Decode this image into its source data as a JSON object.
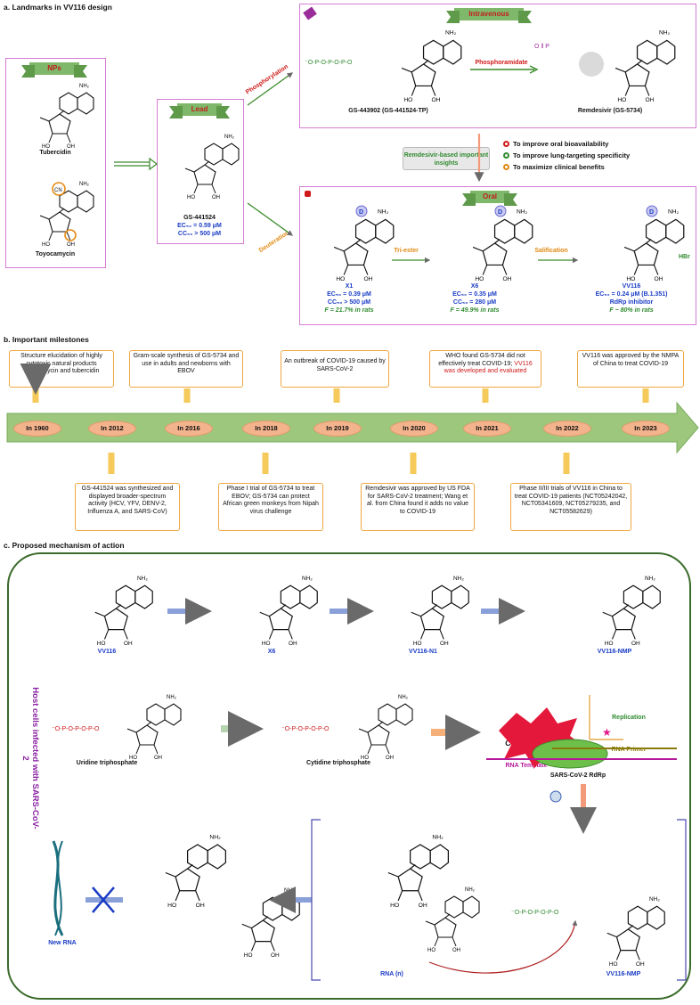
{
  "section_a": {
    "title": "a. Landmarks in VV116 design",
    "nps_banner": "NPs",
    "tubercidin": "Tubercidin",
    "toyocamycin": "Toyocamycin",
    "lead_banner": "Lead",
    "gs441524": "GS-441524",
    "gs441524_ec50": "EC₅₀ = 0.59 μM",
    "gs441524_cc50": "CC₅₀ > 500 μM",
    "phosphorylation": "Phosphorylation",
    "deuteration": "Deuteration",
    "intravenous_banner": "Intravenous",
    "gs443902": "GS-443902 (GS-441524-TP)",
    "phosphoramidate": "Phosphoramidate",
    "remdesivir": "Remdesivir (GS-5734)",
    "insights": "Remdesivir-based important insights",
    "goals": [
      "To improve oral bioavailability",
      "To improve lung-targeting specificity",
      "To maximize clinical benefits"
    ],
    "goal_colors": [
      "#d01919",
      "#2f8a2f",
      "#e08a12"
    ],
    "oral_banner": "Oral",
    "tri_ester": "Tri-ester",
    "salification": "Salification",
    "x1": {
      "name": "X1",
      "ec50": "EC₅₀ = 0.39 μM",
      "cc50": "CC₅₀ > 500 μM",
      "f": "F = 21.7% in rats"
    },
    "x6": {
      "name": "X6",
      "ec50": "EC₅₀ = 0.35 μM",
      "cc50": "CC₅₀ = 280 μM",
      "f": "F = 49.9% in rats"
    },
    "vv116": {
      "name": "VV116",
      "ec50": "EC₅₀ = 0.24 μM (B.1.351)",
      "rdrp": "RdRp inhibitor",
      "f": "F ~ 80% in rats"
    }
  },
  "section_b": {
    "title": "b. Important milestones",
    "years": [
      "In 1960",
      "In 2012",
      "In 2016",
      "In 2018",
      "In 2019",
      "In 2020",
      "In 2021",
      "In 2022",
      "In 2023"
    ],
    "top_1960": "Structure elucidation of highly cytotoxic natural products toyocamycin and tubercidin",
    "top_2016": "Gram-scale synthesis of GS-5734 and use in adults and newborns with EBOV",
    "top_2019": "An outbreak of COVID-19 caused by SARS-CoV-2",
    "top_2021a": "WHO found GS-5734 did not effectively treat COVID-19;",
    "top_2021b": "VV116 was developed and evaluated",
    "top_2023": "VV116 was approved by the NMPA of China to treat COVID-19",
    "bot_2012": "GS-441524 was synthesized and displayed broader-spectrum activity (HCV, YFV, DENV-2, Influenza A, and SARS-CoV)",
    "bot_2018": "Phase I trial of GS-5734 to treat EBOV; GS-5734 can protect African green monkeys from Nipah virus challenge",
    "bot_2020": "Remdesivir was approved by US FDA for SARS-CoV-2 treatment; Wang et al. from China found it adds no value to COVID-19",
    "bot_2022": "Phase II/III trials of VV116 in China to treat COVID-19 patients (NCT05242042, NCT05341609, NCT05279235, and NCT05582629)"
  },
  "section_c": {
    "title": "c. Proposed mechanism of action",
    "side_label": "Host cells infected with SARS-CoV-2",
    "vv116": "VV116",
    "x6": "X6",
    "vv116_n1": "VV116-N1",
    "vv116_nmp": "VV116-NMP",
    "utp": "Uridine triphosphate",
    "ctp": "Cytidine triphosphate",
    "competition": "Competition",
    "replication": "Replication",
    "rna_primer": "RNA Primer",
    "rna_template": "RNA Template",
    "rdrp": "SARS-CoV-2 RdRp",
    "new_rna": "New RNA",
    "rna_n": "RNA (n)",
    "vv116_nmp2": "VV116-NMP"
  }
}
